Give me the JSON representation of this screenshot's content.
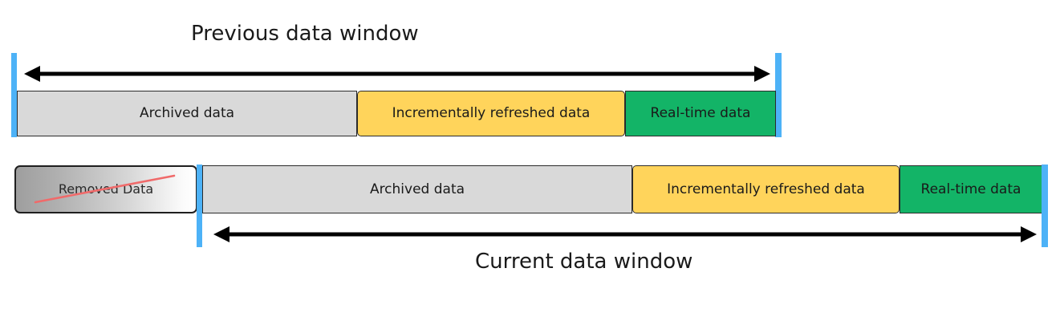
{
  "diagram": {
    "title_previous": "Previous data window",
    "title_current": "Current data window",
    "colors": {
      "archived": "#D9D9D9",
      "incremental": "#FFD45B",
      "realtime": "#13B467",
      "marker_blue": "#4DB2F7",
      "strike_red": "#F06A6A",
      "outline": "#2b2b2b",
      "text": "#1a1a1a"
    },
    "icons": {
      "left_arrowhead": "left-arrowhead-icon",
      "right_arrowhead": "right-arrowhead-icon",
      "strikethrough": "strikethrough-icon"
    },
    "rows": [
      {
        "name": "previous-window-row",
        "caption": "Previous data window",
        "caption_position": "above",
        "arrow_style": "double-headed",
        "segments": [
          {
            "label": "Archived data",
            "type": "archived"
          },
          {
            "label": "Incrementally refreshed data",
            "type": "incremental"
          },
          {
            "label": "Real-time data",
            "type": "realtime"
          }
        ]
      },
      {
        "name": "current-window-row",
        "caption": "Current data window",
        "caption_position": "below",
        "arrow_style": "double-headed",
        "segments": [
          {
            "label": "Removed Data",
            "type": "removed",
            "struck_through": true
          },
          {
            "label": "Archived data",
            "type": "archived"
          },
          {
            "label": "Incrementally refreshed data",
            "type": "incremental"
          },
          {
            "label": "Real-time data",
            "type": "realtime"
          }
        ]
      }
    ]
  }
}
